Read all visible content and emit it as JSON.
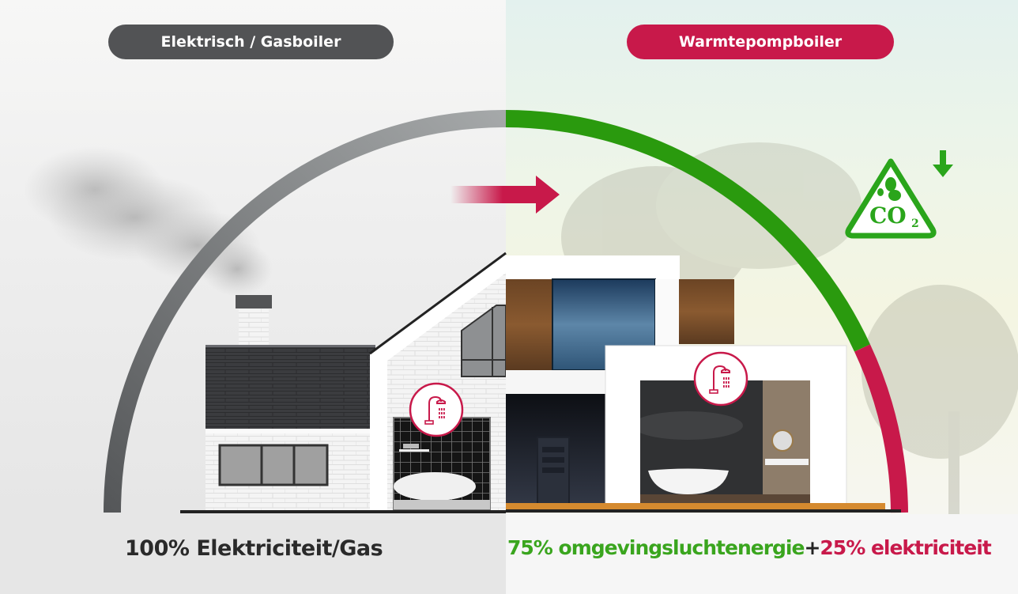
{
  "left_panel": {
    "label": "Elektrisch / Gasboiler",
    "caption": "100% Elektriciteit/Gas",
    "label_color": "#525355"
  },
  "right_panel": {
    "label": "Warmtepompboiler",
    "caption_parts": {
      "green_part": "75% omgevingsluchtenergie",
      "plus": "+",
      "red_part": "25% elektriciteit"
    },
    "label_color": "#c8194a"
  },
  "icons": {
    "transition_arrow": "arrow-right-icon",
    "co2_reduction": "co2-down-icon",
    "co2_text": "CO",
    "co2_sub": "2",
    "shower_left": "shower-icon",
    "shower_right": "shower-icon"
  },
  "colors": {
    "green": "#3aa51e",
    "red": "#c8194a",
    "arc_gray": "#9a9d9e",
    "dark_text": "#2a2a2a"
  },
  "arc_split": {
    "green_share_pct": 75,
    "red_share_pct": 25
  }
}
